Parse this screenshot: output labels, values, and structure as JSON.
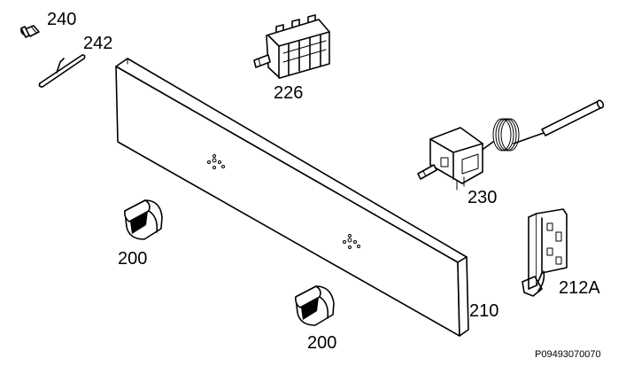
{
  "labels": {
    "screw": "240",
    "wire": "242",
    "switch": "226",
    "thermostat": "230",
    "panel": "210",
    "knob_left": "200",
    "knob_bottom": "200",
    "bracket": "212A"
  },
  "drawing_code": "P09493070070"
}
